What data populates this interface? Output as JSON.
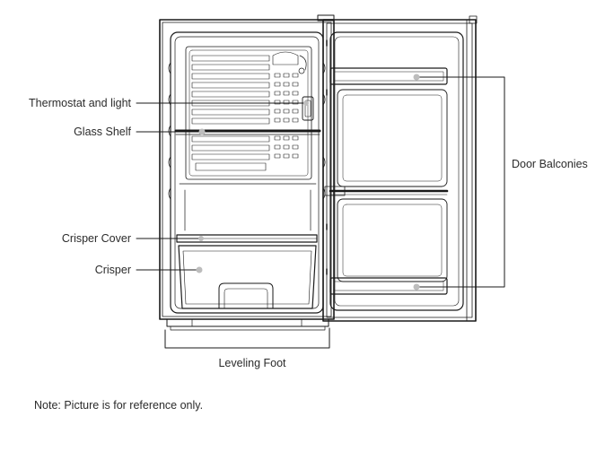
{
  "labels": {
    "thermostat": "Thermostat and light",
    "glass_shelf": "Glass Shelf",
    "crisper_cover": "Crisper Cover",
    "crisper": "Crisper",
    "door_balconies": "Door Balconies",
    "leveling_foot": "Leveling Foot"
  },
  "note": "Note: Picture is for reference only.",
  "colors": {
    "line": "#1a1a1a",
    "dot": "#bdbdbd",
    "text": "#2b2b2b"
  }
}
